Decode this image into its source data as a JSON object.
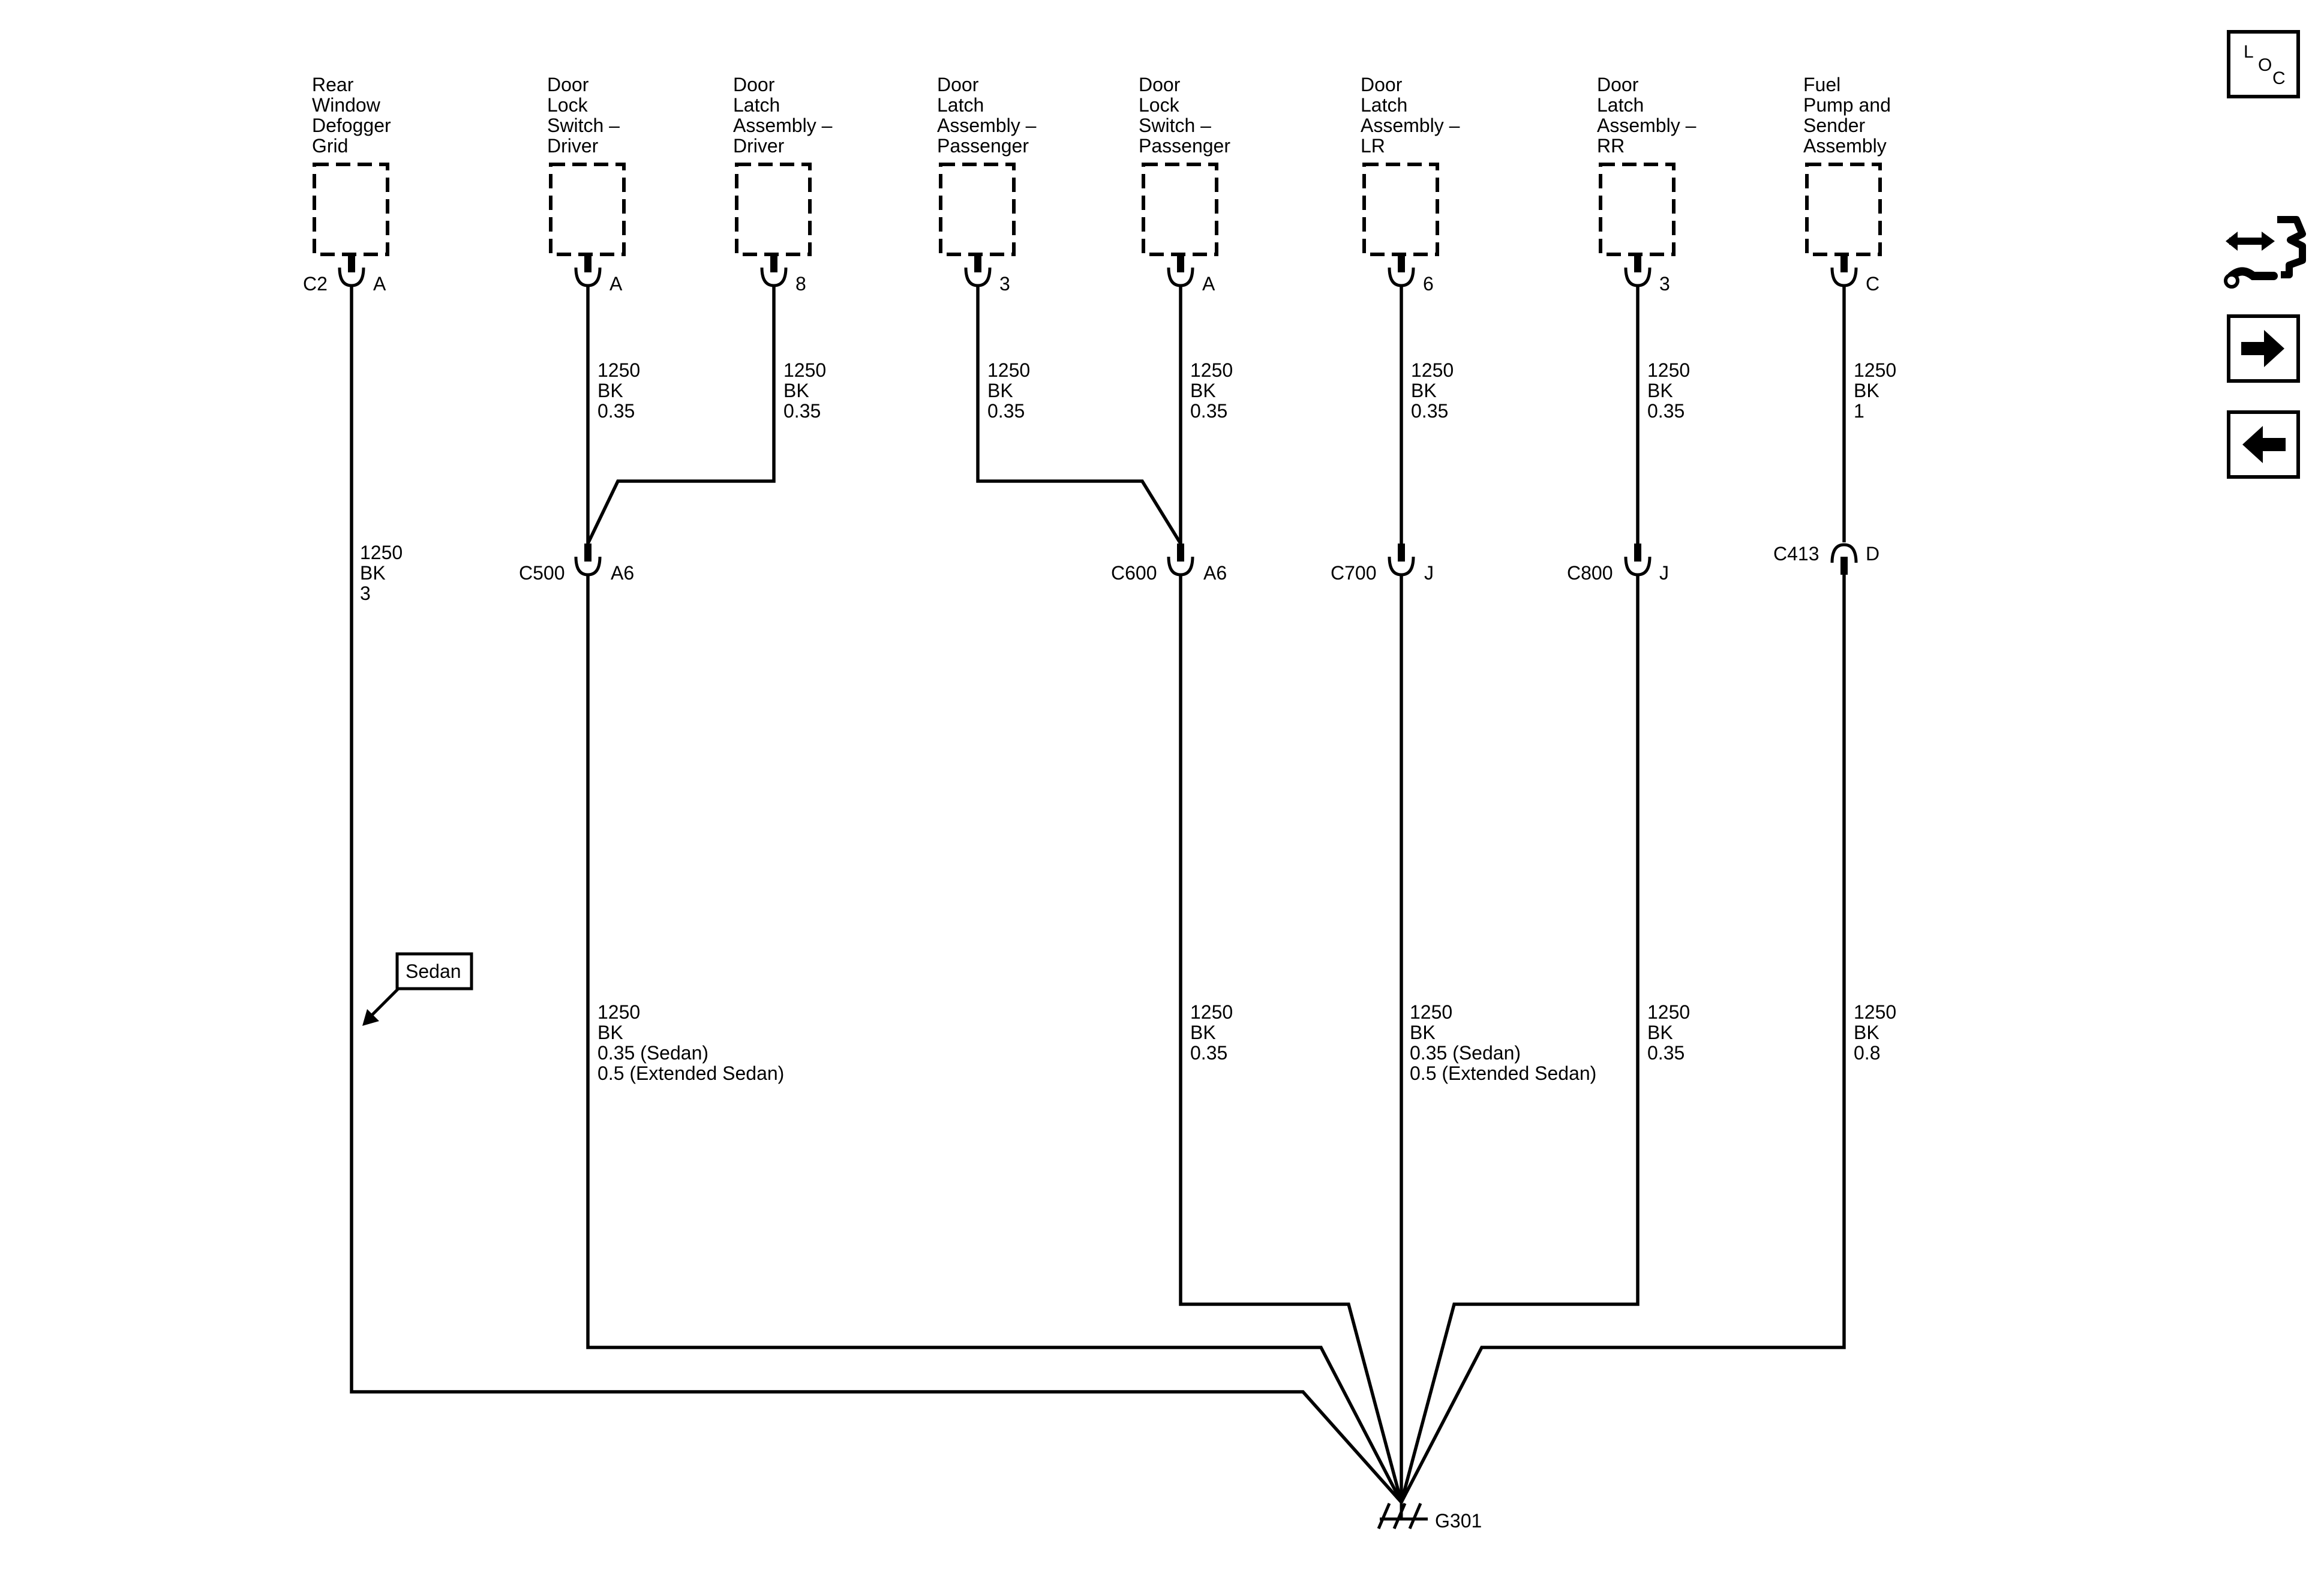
{
  "components": [
    {
      "label": [
        "Rear",
        "Window",
        "Defogger",
        "Grid"
      ]
    },
    {
      "label": [
        "Door",
        "Lock",
        "Switch –",
        "Driver"
      ]
    },
    {
      "label": [
        "Door",
        "Latch",
        "Assembly –",
        "Driver"
      ]
    },
    {
      "label": [
        "Door",
        "Latch",
        "Assembly –",
        "Passenger"
      ]
    },
    {
      "label": [
        "Door",
        "Lock",
        "Switch –",
        "Passenger"
      ]
    },
    {
      "label": [
        "Door",
        "Latch",
        "Assembly –",
        "LR"
      ]
    },
    {
      "label": [
        "Door",
        "Latch",
        "Assembly –",
        "RR"
      ]
    },
    {
      "label": [
        "Fuel",
        "Pump and",
        "Sender",
        "Assembly"
      ]
    }
  ],
  "top_connectors": [
    {
      "name": "C2",
      "pin": "A"
    },
    {
      "name": "",
      "pin": "A"
    },
    {
      "name": "",
      "pin": "8"
    },
    {
      "name": "",
      "pin": "3"
    },
    {
      "name": "",
      "pin": "A"
    },
    {
      "name": "",
      "pin": "6"
    },
    {
      "name": "",
      "pin": "3"
    },
    {
      "name": "",
      "pin": "C"
    }
  ],
  "upper_wire_labels": [
    [
      "1250",
      "BK",
      "0.35"
    ],
    [
      "1250",
      "BK",
      "0.35"
    ],
    [
      "1250",
      "BK",
      "0.35"
    ],
    [
      "1250",
      "BK",
      "0.35"
    ],
    [
      "1250",
      "BK",
      "0.35"
    ],
    [
      "1250",
      "BK",
      "0.35"
    ],
    [
      "1250",
      "BK",
      "1"
    ]
  ],
  "rear_defogger_wire_label": [
    "1250",
    "BK",
    "3"
  ],
  "mid_connectors": [
    {
      "name": "C500",
      "pin": "A6"
    },
    {
      "name": "C600",
      "pin": "A6"
    },
    {
      "name": "C700",
      "pin": "J"
    },
    {
      "name": "C800",
      "pin": "J"
    },
    {
      "name": "C413",
      "pin": "D"
    }
  ],
  "lower_wire_labels": [
    [
      "1250",
      "BK",
      "0.35 (Sedan)",
      "0.5 (Extended Sedan)"
    ],
    [
      "1250",
      "BK",
      "0.35"
    ],
    [
      "1250",
      "BK",
      "0.35 (Sedan)",
      "0.5 (Extended Sedan)"
    ],
    [
      "1250",
      "BK",
      "0.35"
    ],
    [
      "1250",
      "BK",
      "0.8"
    ]
  ],
  "callout_label": "Sedan",
  "ground_label": "G301",
  "side_nav": {
    "loc_letters": [
      "L",
      "O",
      "C"
    ],
    "icons": [
      "connector-view-icon",
      "next-arrow-icon",
      "previous-arrow-icon"
    ]
  }
}
